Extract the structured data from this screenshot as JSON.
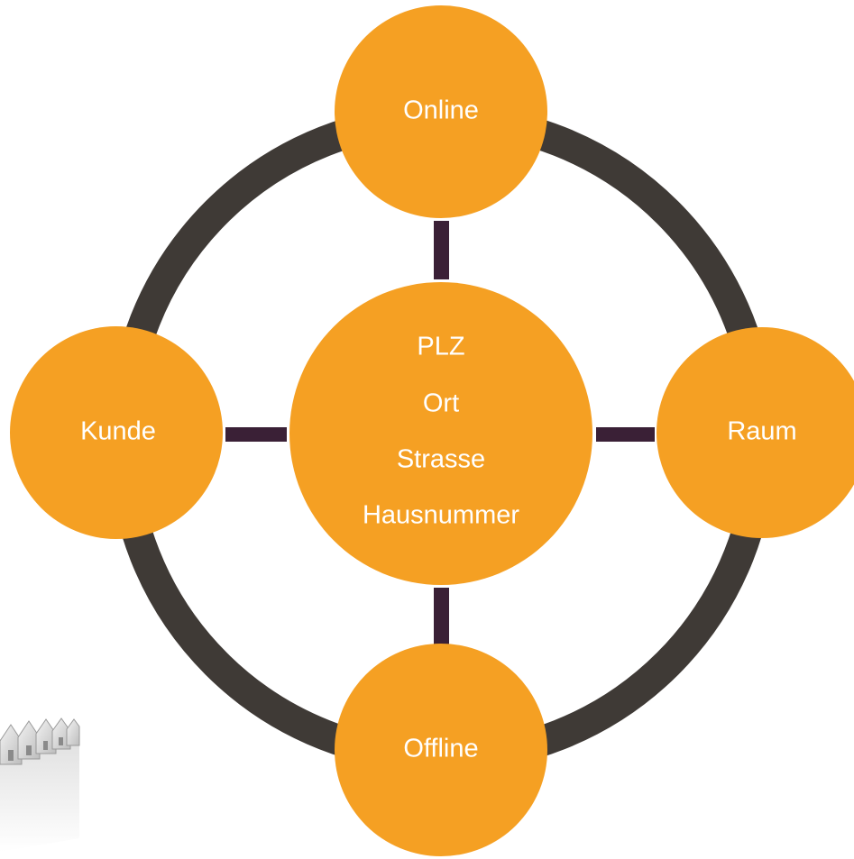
{
  "diagram": {
    "center": {
      "lines": [
        "PLZ",
        "Ort",
        "Strasse",
        "Hausnummer"
      ]
    },
    "nodes": {
      "top": "Online",
      "right": "Raum",
      "bottom": "Offline",
      "left": "Kunde"
    },
    "colors": {
      "node_fill": "#F5A023",
      "ring": "#3F3A36",
      "connector": "#3A2036",
      "label": "#FFFFFF"
    }
  },
  "decoration": {
    "icon": "row-of-houses-image"
  }
}
